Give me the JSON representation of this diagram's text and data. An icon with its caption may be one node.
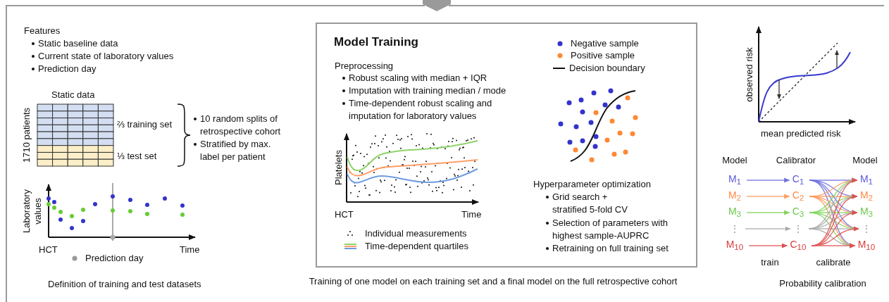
{
  "diagram": {
    "nodes": [
      {
        "text": [
          "Model Training",
          "Preprocessing",
          "Robust scaling with median + IQR",
          "Imputation with training median / mode",
          "Time-dependent robust scaling and imputation for laboratory values",
          "Hyperparameter optimization",
          "Grid search + stratified 5-fold CV",
          "Selection of parameters with highest sample-AUPRC",
          "Retraining on full training set"
        ]
      },
      {
        "text": [
          "M$_{1}$"
        ]
      },
      {
        "text": [
          "M$_{2}$"
        ]
      },
      {
        "text": [
          "M$_{3}$"
        ]
      },
      {
        "text": [
          "⋮"
        ]
      },
      {
        "text": [
          "M$_{10}$"
        ]
      },
      {
        "text": [
          "C$_{1}$"
        ]
      },
      {
        "text": [
          "C$_{2}$"
        ]
      },
      {
        "text": [
          "C$_{3}$"
        ]
      },
      {
        "text": [
          "⋮"
        ]
      },
      {
        "text": [
          "C$_{10}$"
        ]
      },
      {
        "text": [
          "M$_{1}$"
        ]
      },
      {
        "text": [
          "M$_{2}$"
        ]
      },
      {
        "text": [
          "M$_{3}$"
        ]
      },
      {
        "text": [
          "⋮"
        ]
      },
      {
        "text": [
          "M$_{10}$"
        ]
      }
    ],
    "edges": [
      {
        "from": 1,
        "to": 6,
        "arrow": "to",
        "color": "#6f6fe0"
      },
      {
        "from": 2,
        "to": 7,
        "arrow": "to",
        "color": "#ff9a5c"
      },
      {
        "from": 3,
        "to": 8,
        "arrow": "to",
        "color": "#7fd35a"
      },
      {
        "from": 4,
        "to": 9,
        "arrow": "to",
        "color": "#aaaaaa"
      },
      {
        "from": 5,
        "to": 10,
        "arrow": "to",
        "color": "#e05050"
      },
      {
        "from": 6,
        "to": 11,
        "arrow": "to",
        "color": "#6f6fe0"
      },
      {
        "from": 6,
        "to": 12,
        "arrow": "to",
        "color": "#6f6fe0"
      },
      {
        "from": 6,
        "to": 13,
        "arrow": "to",
        "color": "#6f6fe0"
      },
      {
        "from": 6,
        "to": 14,
        "arrow": "to",
        "color": "#6f6fe0"
      },
      {
        "from": 6,
        "to": 15,
        "arrow": "to",
        "color": "#6f6fe0"
      },
      {
        "from": 7,
        "to": 11,
        "arrow": "to",
        "color": "#ff9a5c"
      },
      {
        "from": 7,
        "to": 12,
        "arrow": "to",
        "color": "#ff9a5c"
      },
      {
        "from": 7,
        "to": 13,
        "arrow": "to",
        "color": "#ff9a5c"
      },
      {
        "from": 7,
        "to": 14,
        "arrow": "to",
        "color": "#ff9a5c"
      },
      {
        "from": 7,
        "to": 15,
        "arrow": "to",
        "color": "#ff9a5c"
      },
      {
        "from": 8,
        "to": 11,
        "arrow": "to",
        "color": "#7fd35a"
      },
      {
        "from": 8,
        "to": 12,
        "arrow": "to",
        "color": "#7fd35a"
      },
      {
        "from": 8,
        "to": 13,
        "arrow": "to",
        "color": "#7fd35a"
      },
      {
        "from": 8,
        "to": 14,
        "arrow": "to",
        "color": "#7fd35a"
      },
      {
        "from": 8,
        "to": 15,
        "arrow": "to",
        "color": "#7fd35a"
      },
      {
        "from": 9,
        "to": 11,
        "arrow": "to",
        "color": "#aaaaaa"
      },
      {
        "from": 9,
        "to": 12,
        "arrow": "to",
        "color": "#aaaaaa"
      },
      {
        "from": 9,
        "to": 13,
        "arrow": "to",
        "color": "#aaaaaa"
      },
      {
        "from": 9,
        "to": 14,
        "arrow": "to",
        "color": "#aaaaaa"
      },
      {
        "from": 9,
        "to": 15,
        "arrow": "to",
        "color": "#aaaaaa"
      },
      {
        "from": 10,
        "to": 11,
        "arrow": "to",
        "color": "#e05050"
      },
      {
        "from": 10,
        "to": 12,
        "arrow": "to",
        "color": "#e05050"
      },
      {
        "from": 10,
        "to": 13,
        "arrow": "to",
        "color": "#e05050"
      },
      {
        "from": 10,
        "to": 14,
        "arrow": "to",
        "color": "#e05050"
      },
      {
        "from": 10,
        "to": 15,
        "arrow": "to",
        "color": "#e05050"
      }
    ],
    "labels": [
      "Features",
      "Static baseline data",
      "Current state of laboratory values",
      "Prediction day",
      "Static data",
      "1710 patients",
      "⅔ training set",
      "⅓ test set",
      "10 random splits of retrospective cohort",
      "Stratified by max. label per patient",
      "Laboratory values",
      "HCT",
      "Time",
      "Definition of training and test datasets",
      "Platelets",
      "HCT",
      "Time",
      "Training of one model on each training set and a final model on the full retrospective cohort",
      "observed risk",
      "mean predicted risk",
      "Model",
      "Calibrator",
      "Model",
      "train",
      "calibrate",
      "Probability calibration"
    ],
    "legend": [
      {
        "text": "Prediction day",
        "color": "#999999"
      },
      {
        "text": "Individual measurements"
      },
      {
        "text": "Time-dependent quartiles"
      },
      {
        "text": "Negative sample",
        "color": "#3333cc"
      },
      {
        "text": "Positive sample",
        "color": "#ff8833"
      },
      {
        "text": "Decision boundary"
      }
    ]
  }
}
